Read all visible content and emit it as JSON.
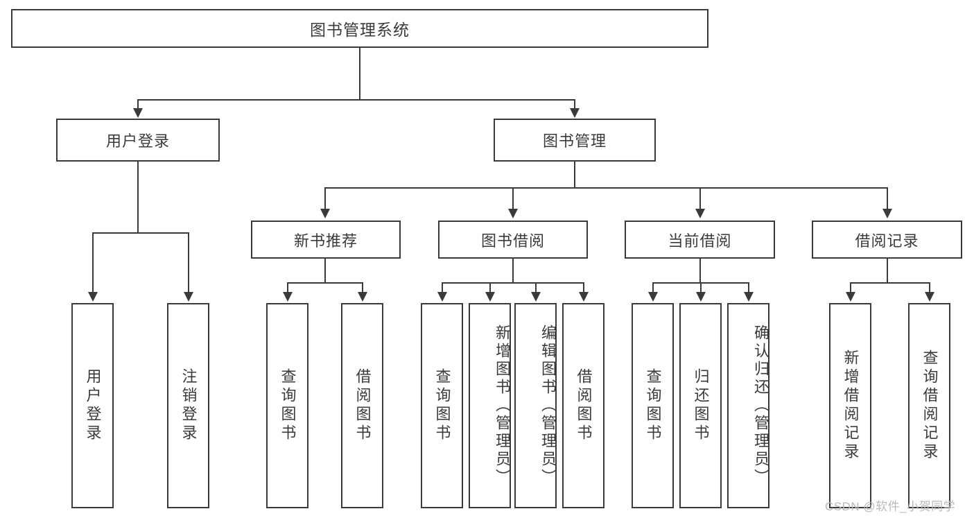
{
  "diagram": {
    "title": "图书管理系统",
    "type": "tree-hierarchy",
    "orientation": "top-down",
    "levels": 4,
    "colors": {
      "stroke": "#3a3a3a",
      "fill": "#ffffff",
      "text": "#3a3a3a",
      "watermark": "#b9b9b9"
    }
  },
  "root": {
    "label": "图书管理系统"
  },
  "level1": [
    {
      "label": "用户登录"
    },
    {
      "label": "图书管理"
    }
  ],
  "level2": [
    {
      "label": "新书推荐"
    },
    {
      "label": "图书借阅"
    },
    {
      "label": "当前借阅"
    },
    {
      "label": "借阅记录"
    }
  ],
  "leaves": {
    "user_login": [
      {
        "label": "用户登录"
      },
      {
        "label": "注销登录"
      }
    ],
    "new_book": [
      {
        "label": "查询图书"
      },
      {
        "label": "借阅图书"
      }
    ],
    "book_borrow": [
      {
        "label": "查询图书"
      },
      {
        "label": "新增图书（管理员）"
      },
      {
        "label": "编辑图书（管理员）"
      },
      {
        "label": "借阅图书"
      }
    ],
    "current_borrow": [
      {
        "label": "查询图书"
      },
      {
        "label": "归还图书"
      },
      {
        "label": "确认归还（管理员）"
      }
    ],
    "borrow_record": [
      {
        "label": "新增借阅记录"
      },
      {
        "label": "查询借阅记录"
      }
    ]
  },
  "watermark": {
    "text": "CSDN @软件_小贺同学"
  }
}
